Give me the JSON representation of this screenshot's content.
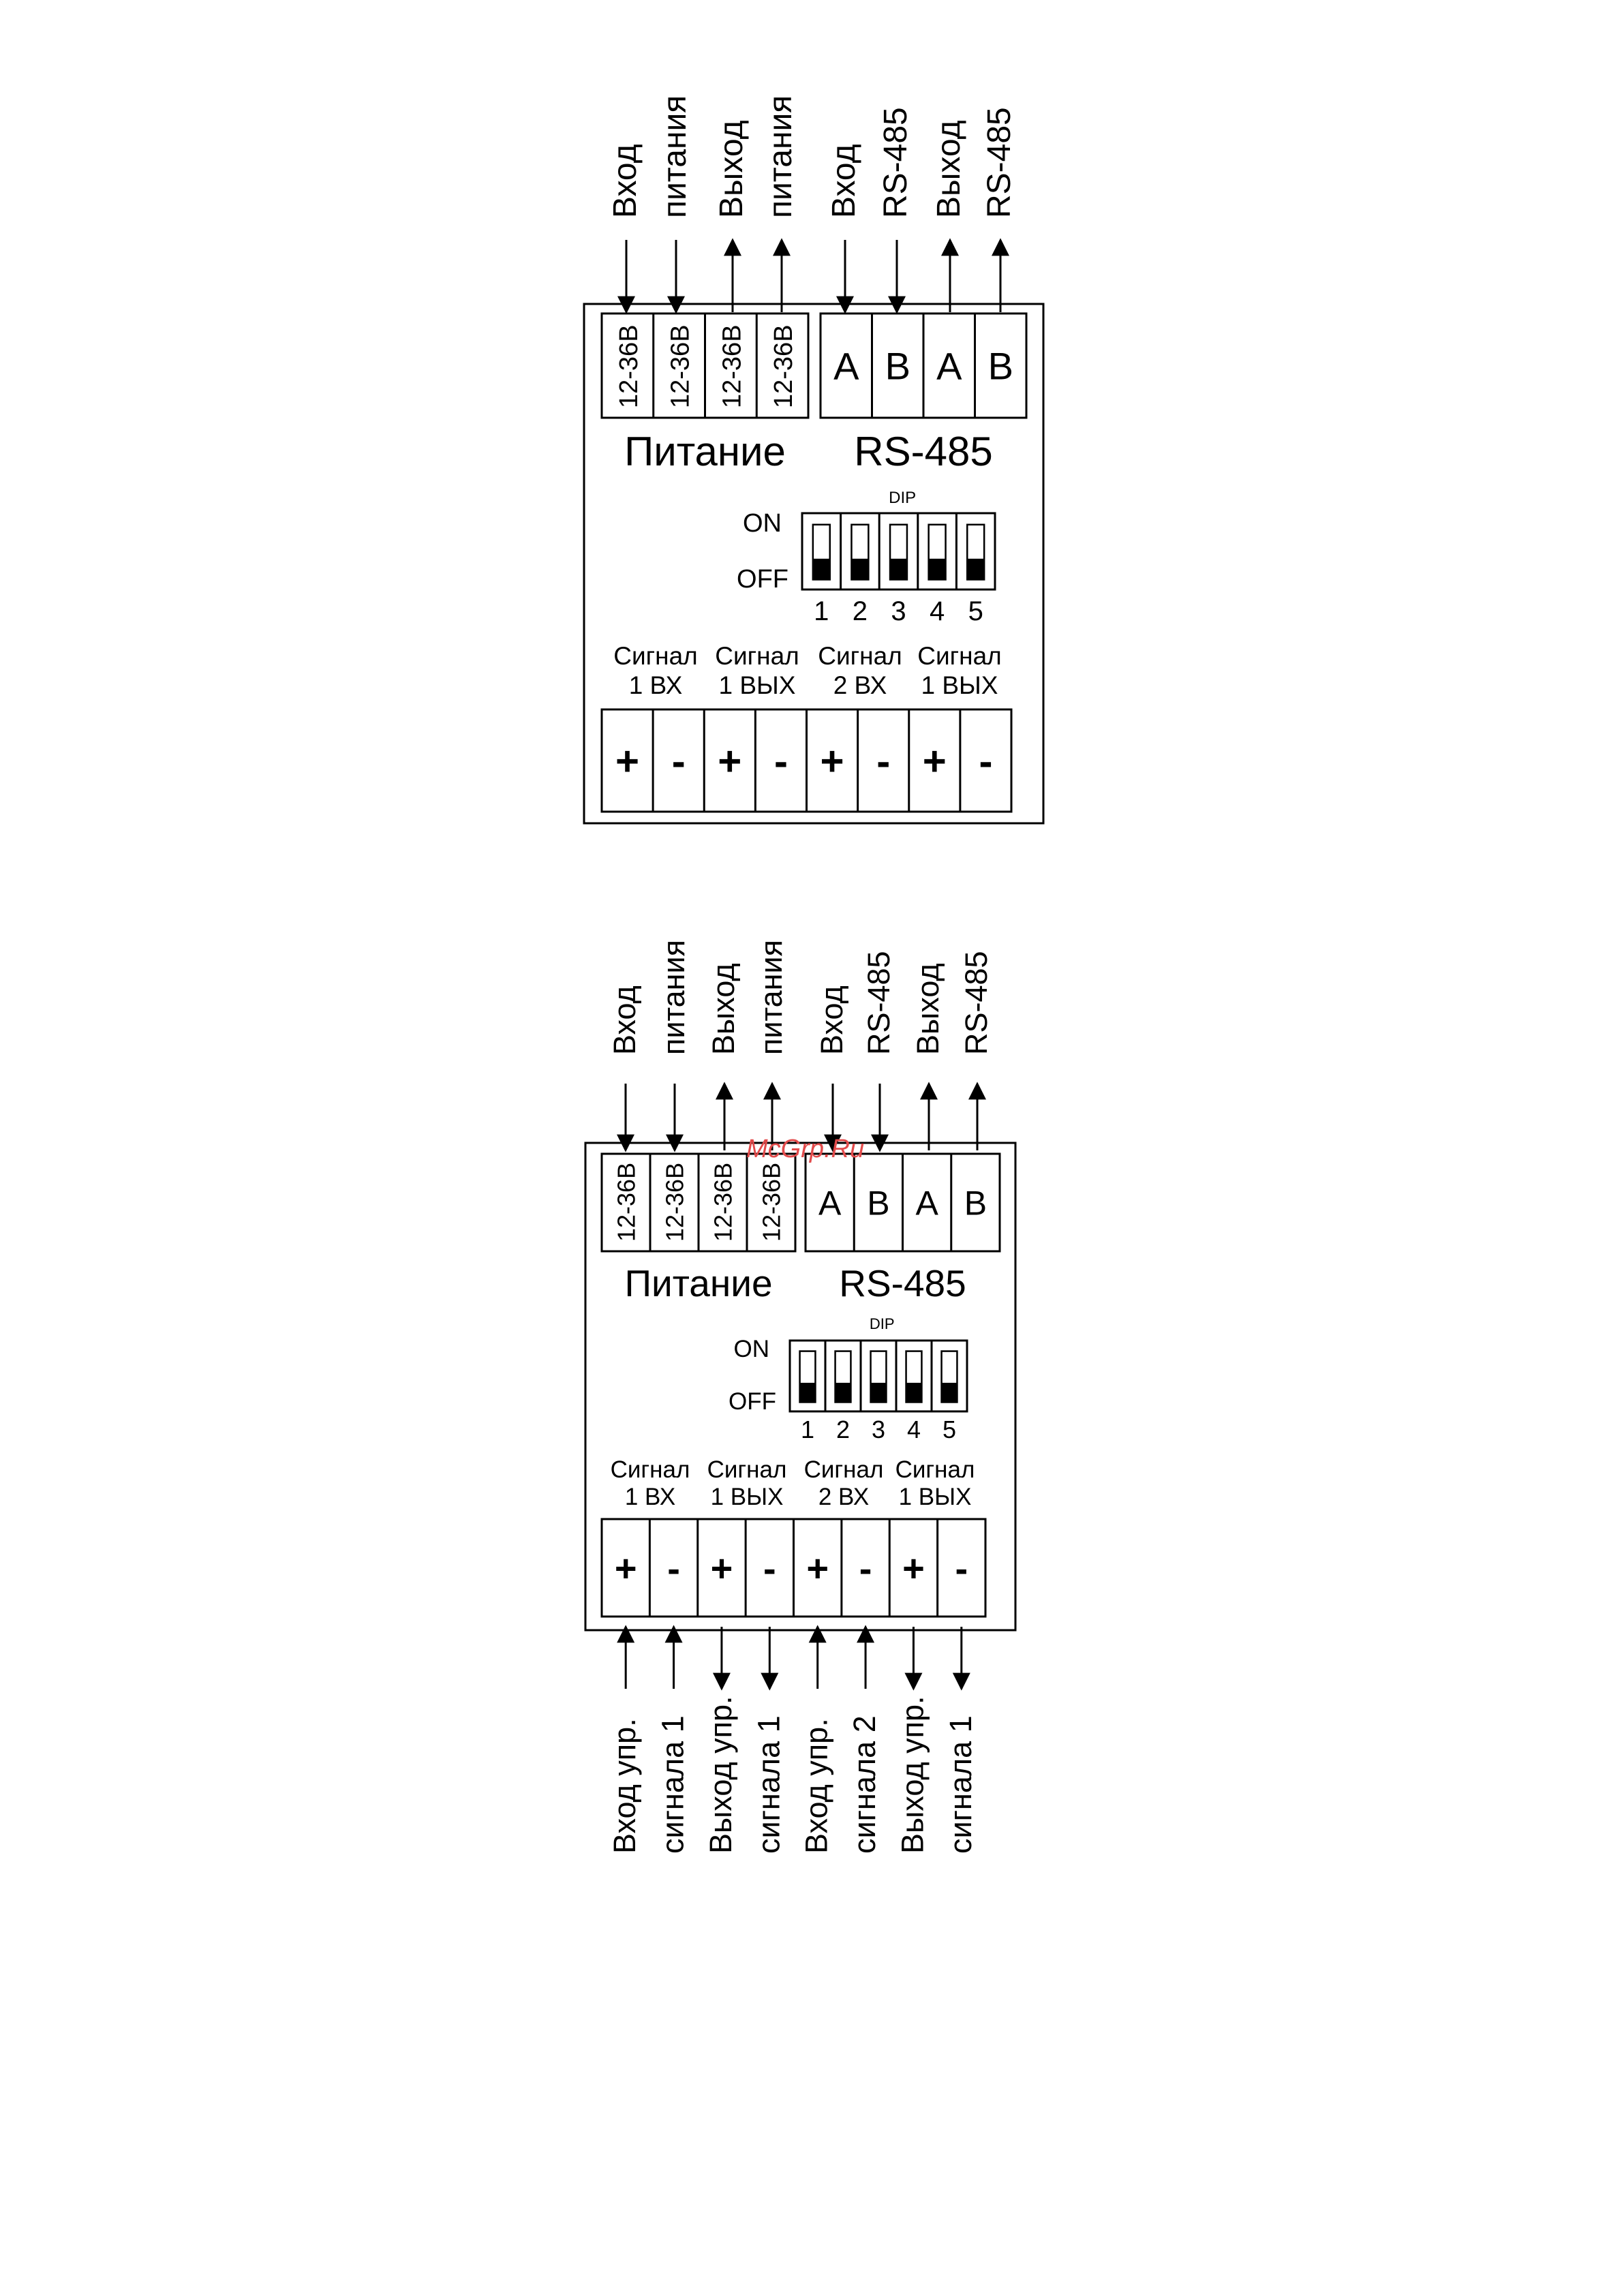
{
  "colors": {
    "line": "#000000",
    "background": "#ffffff",
    "watermark": "#e24b4b"
  },
  "top_labels": [
    [
      "Вход",
      "питания"
    ],
    [
      "Выход",
      "питания"
    ],
    [
      "Вход",
      "RS-485"
    ],
    [
      "Выход",
      "RS-485"
    ]
  ],
  "power_terminals": [
    "12-36В",
    "12-36В",
    "12-36В",
    "12-36В"
  ],
  "rs485_terminals": [
    "A",
    "B",
    "A",
    "B"
  ],
  "section_titles": {
    "power": "Питание",
    "rs485": "RS-485"
  },
  "dip": {
    "title": "DIP",
    "on": "ON",
    "off": "OFF",
    "numbers": [
      "1",
      "2",
      "3",
      "4",
      "5"
    ]
  },
  "signal_headers": [
    [
      "Сигнал",
      "1 ВХ"
    ],
    [
      "Сигнал",
      "1 ВЫХ"
    ],
    [
      "Сигнал",
      "2 ВХ"
    ],
    [
      "Сигнал",
      "1 ВЫХ"
    ]
  ],
  "signal_terminals": [
    "+",
    "-",
    "+",
    "-",
    "+",
    "-",
    "+",
    "-"
  ],
  "bottom_labels": [
    [
      "Вход упр.",
      "сигнала 1"
    ],
    [
      "Выход упр.",
      "сигнала 1"
    ],
    [
      "Вход упр.",
      "сигнала 2"
    ],
    [
      "Выход упр.",
      "сигнала 1"
    ]
  ],
  "watermark": "McGrp.Ru"
}
